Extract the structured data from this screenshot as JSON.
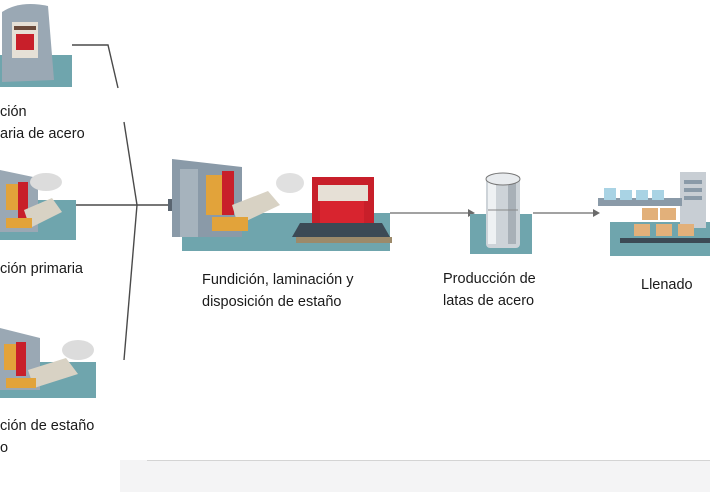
{
  "steps": {
    "ore": {
      "line1": "ción",
      "line2": "aria de acero"
    },
    "primary": {
      "line1": "ción primaria"
    },
    "tin": {
      "line1": "ción de estaño",
      "line2": "o"
    },
    "casting": {
      "line1": "Fundición, laminación y",
      "line2": "disposición de estaño"
    },
    "cans": {
      "line1": "Producción de",
      "line2": "latas de acero"
    },
    "filling": {
      "line1": "Llenado"
    }
  },
  "colors": {
    "base_teal": "#6fa5ad",
    "machine_gray": "#8a9aa8",
    "furnace_red": "#c81f2a",
    "belt_dark": "#3c4a55"
  },
  "icons": [
    "mine-furnace-icon",
    "primary-furnace-icon",
    "tin-furnace-icon",
    "casting-rolling-icon",
    "steel-can-icon",
    "filling-line-icon"
  ]
}
